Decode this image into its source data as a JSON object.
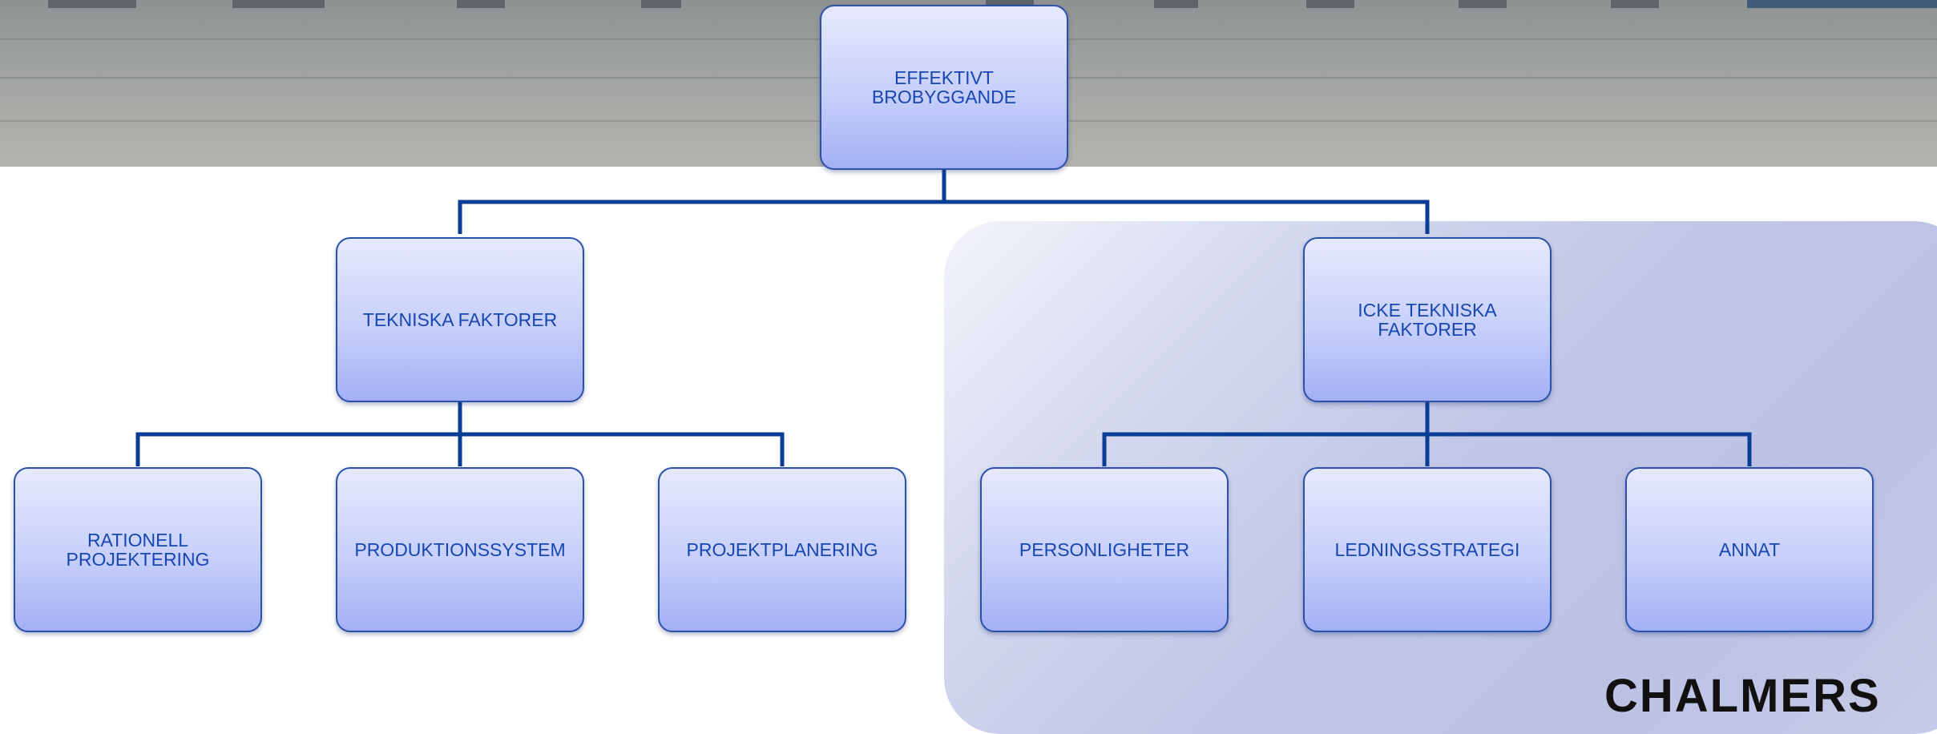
{
  "diagram": {
    "root": {
      "label": "EFFEKTIVT\nBROBYGGANDE"
    },
    "level2": [
      {
        "label": "TEKNISKA FAKTORER"
      },
      {
        "label": "ICKE TEKNISKA\nFAKTORER"
      }
    ],
    "level3_technical": [
      {
        "label": "RATIONELL\nPROJEKTERING"
      },
      {
        "label": "PRODUKTIONSSYSTEM"
      },
      {
        "label": "PROJEKTPLANERING"
      }
    ],
    "level3_nontechnical": [
      {
        "label": "PERSONLIGHETER"
      },
      {
        "label": "LEDNINGSSTRATEGI"
      },
      {
        "label": "ANNAT"
      }
    ],
    "connector_color": "#0a3d96",
    "node_text_color": "#1747b0"
  },
  "logo": {
    "text": "CHALMERS"
  }
}
